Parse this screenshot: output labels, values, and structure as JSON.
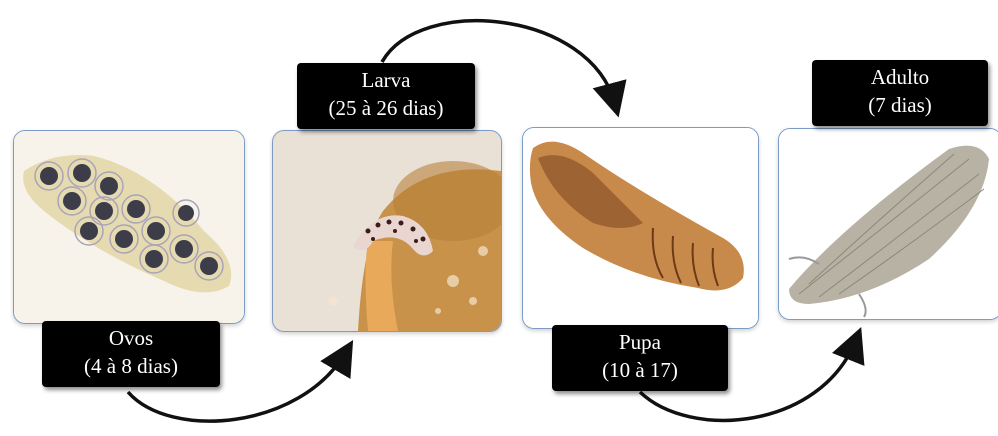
{
  "stages": [
    {
      "name": "Ovos",
      "duration": "(4 à 8 dias)",
      "image_icon": "eggs-photo"
    },
    {
      "name": "Larva",
      "duration": "(25 à 26 dias)",
      "image_icon": "larva-photo"
    },
    {
      "name": "Pupa",
      "duration": "(10 à 17)",
      "image_icon": "pupa-photo"
    },
    {
      "name": "Adulto",
      "duration": "(7 dias)",
      "image_icon": "moth-photo"
    }
  ],
  "colors": {
    "label_bg": "#000000",
    "label_text": "#ffffff",
    "panel_border": "#7a9cc6",
    "arrow": "#111111"
  }
}
